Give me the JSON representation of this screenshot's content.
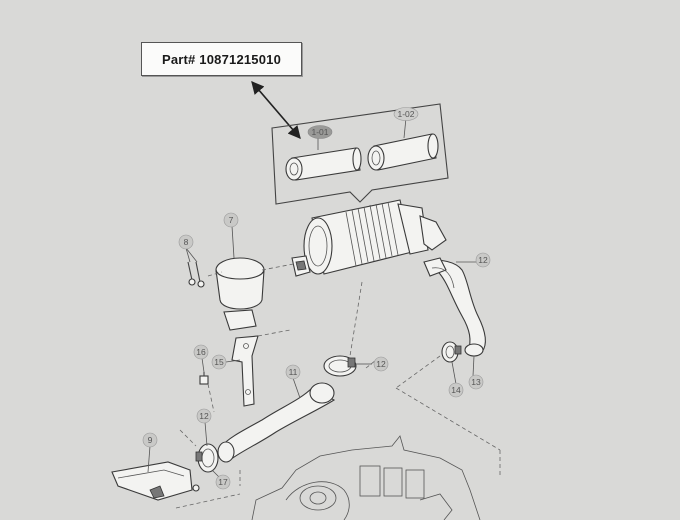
{
  "part_number_label": "Part# 10871215010",
  "callouts": {
    "c1_01": "1-01",
    "c1_02": "1-02",
    "c7": "7",
    "c8": "8",
    "c9": "9",
    "c11": "11",
    "c12a": "12",
    "c12b": "12",
    "c12c": "12",
    "c13": "13",
    "c14": "14",
    "c15": "15",
    "c16": "16",
    "c17": "17"
  },
  "colors": {
    "background": "#d9d9d7",
    "label_box": "#fbfbfa",
    "callout_fill": "#c9c9c7",
    "callout_highlight": "#9a9a98"
  }
}
